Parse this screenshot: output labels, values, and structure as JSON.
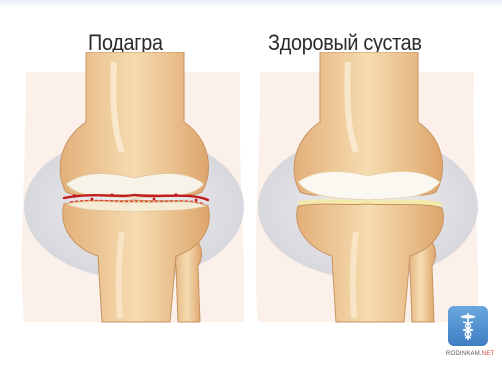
{
  "labels": {
    "left": "Подагра",
    "right": "Здоровый сустав"
  },
  "watermark": {
    "brand": "RODINKAM.",
    "suffix": "NET"
  },
  "colors": {
    "bone": "#f3d7a6",
    "bone_shadow": "#d9a56c",
    "cartilage": "#f7f0e2",
    "inflammation": "#c21d1d",
    "badge": "#4f8fd0"
  },
  "icons": {
    "badge": "caduceus-icon"
  }
}
